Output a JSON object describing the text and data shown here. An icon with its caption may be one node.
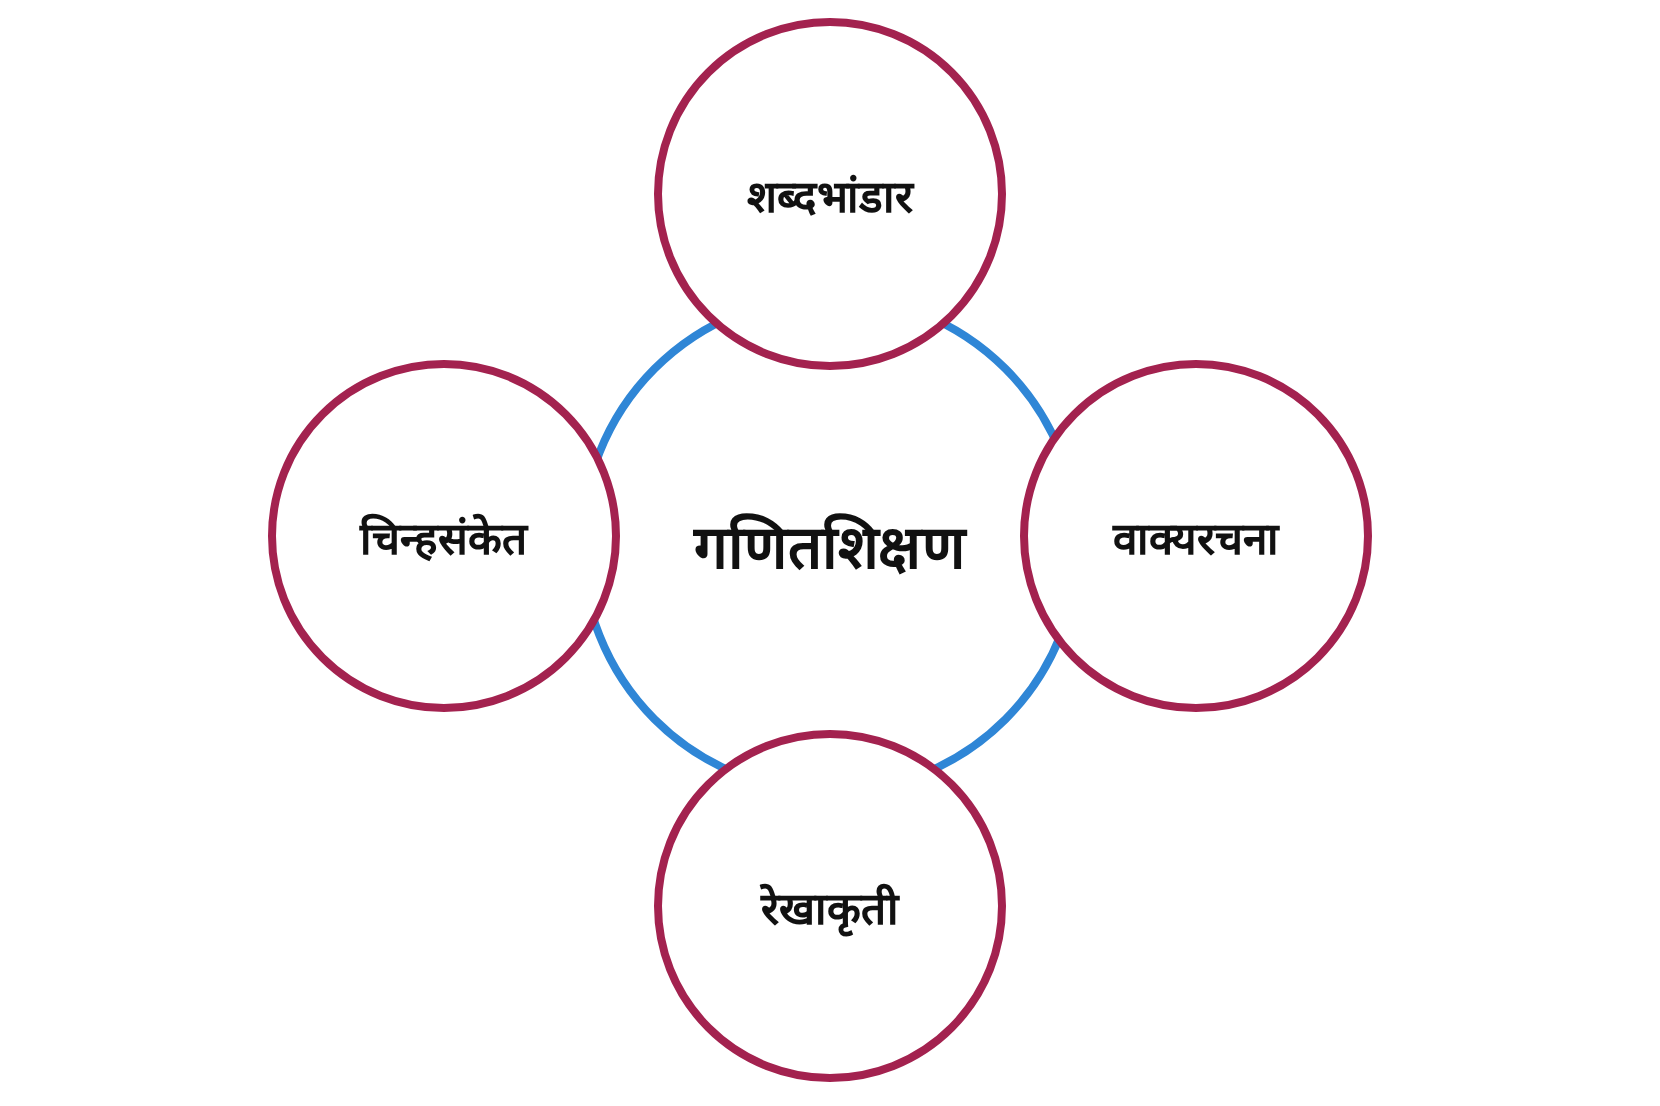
{
  "diagram": {
    "nodes": [
      {
        "text": [
          "गणितशिक्षण"
        ]
      },
      {
        "text": [
          "शब्दभांडार"
        ]
      },
      {
        "text": [
          "चिन्हसंकेत"
        ]
      },
      {
        "text": [
          "वाक्यरचना"
        ]
      },
      {
        "text": [
          "रेखाकृती"
        ]
      }
    ]
  }
}
